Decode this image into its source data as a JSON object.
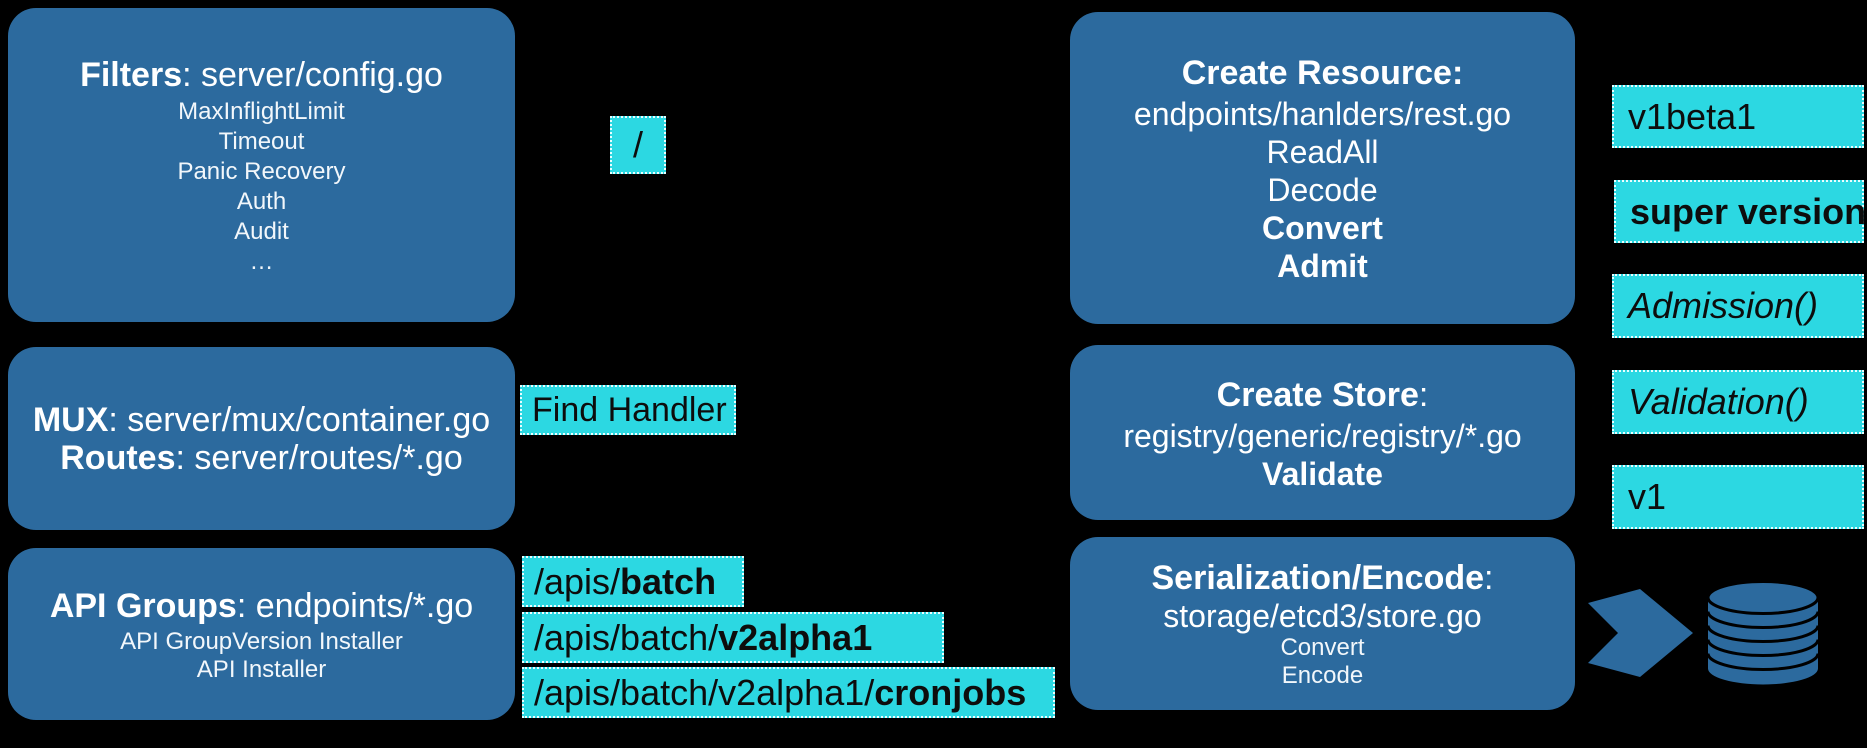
{
  "colors": {
    "background": "#000000",
    "box_blue": "#2c6a9e",
    "cyan_highlight": "#2cd8e2",
    "text_on_blue": "#ffffff",
    "text_on_cyan": "#0d0d0d"
  },
  "left": {
    "filters": {
      "bold": "Filters",
      "rest": ": server/config.go",
      "items": [
        "MaxInflightLimit",
        "Timeout",
        "Panic Recovery",
        "Auth",
        "Audit",
        "…"
      ]
    },
    "mux": {
      "lines": [
        {
          "bold": "MUX",
          "rest": ": server/mux/container.go"
        },
        {
          "bold": "Routes",
          "rest": ": server/routes/*.go"
        }
      ]
    },
    "api_groups": {
      "bold": "API Groups",
      "rest": ": endpoints/*.go",
      "items": [
        "API GroupVersion Installer",
        "API Installer"
      ]
    }
  },
  "middle": {
    "root": "/",
    "find_handler": "Find Handler",
    "paths": [
      {
        "prefix": "/apis/",
        "bold": "batch"
      },
      {
        "prefix": "/apis/batch/",
        "bold": "v2alpha1"
      },
      {
        "prefix": "/apis/batch/v2alpha1/",
        "bold": "cronjobs"
      }
    ]
  },
  "right": {
    "create_resource": {
      "title": "Create Resource:",
      "subtitle": "endpoints/hanlders/rest.go",
      "lines": [
        {
          "text": "ReadAll",
          "style": "regular"
        },
        {
          "text": "Decode",
          "style": "regular"
        },
        {
          "text": "Convert",
          "style": "bold"
        },
        {
          "text": "Admit",
          "style": "bold"
        }
      ]
    },
    "create_store": {
      "bold": "Create Store",
      "colon": ":",
      "subtitle": "registry/generic/registry/*.go",
      "validate": "Validate"
    },
    "serialization": {
      "bold": "Serialization/Encode",
      "colon": ":",
      "subtitle": "storage/etcd3/store.go",
      "items": [
        "Convert",
        "Encode"
      ]
    }
  },
  "versions": [
    {
      "text": "v1beta1",
      "style": "regular"
    },
    {
      "text": "super version",
      "style": "bold"
    },
    {
      "text": "Admission()",
      "style": "italic"
    },
    {
      "text": "Validation()",
      "style": "italic"
    },
    {
      "text": "v1",
      "style": "regular"
    }
  ],
  "icons": {
    "arrow": "right-arrow-icon",
    "database": "database-icon"
  }
}
